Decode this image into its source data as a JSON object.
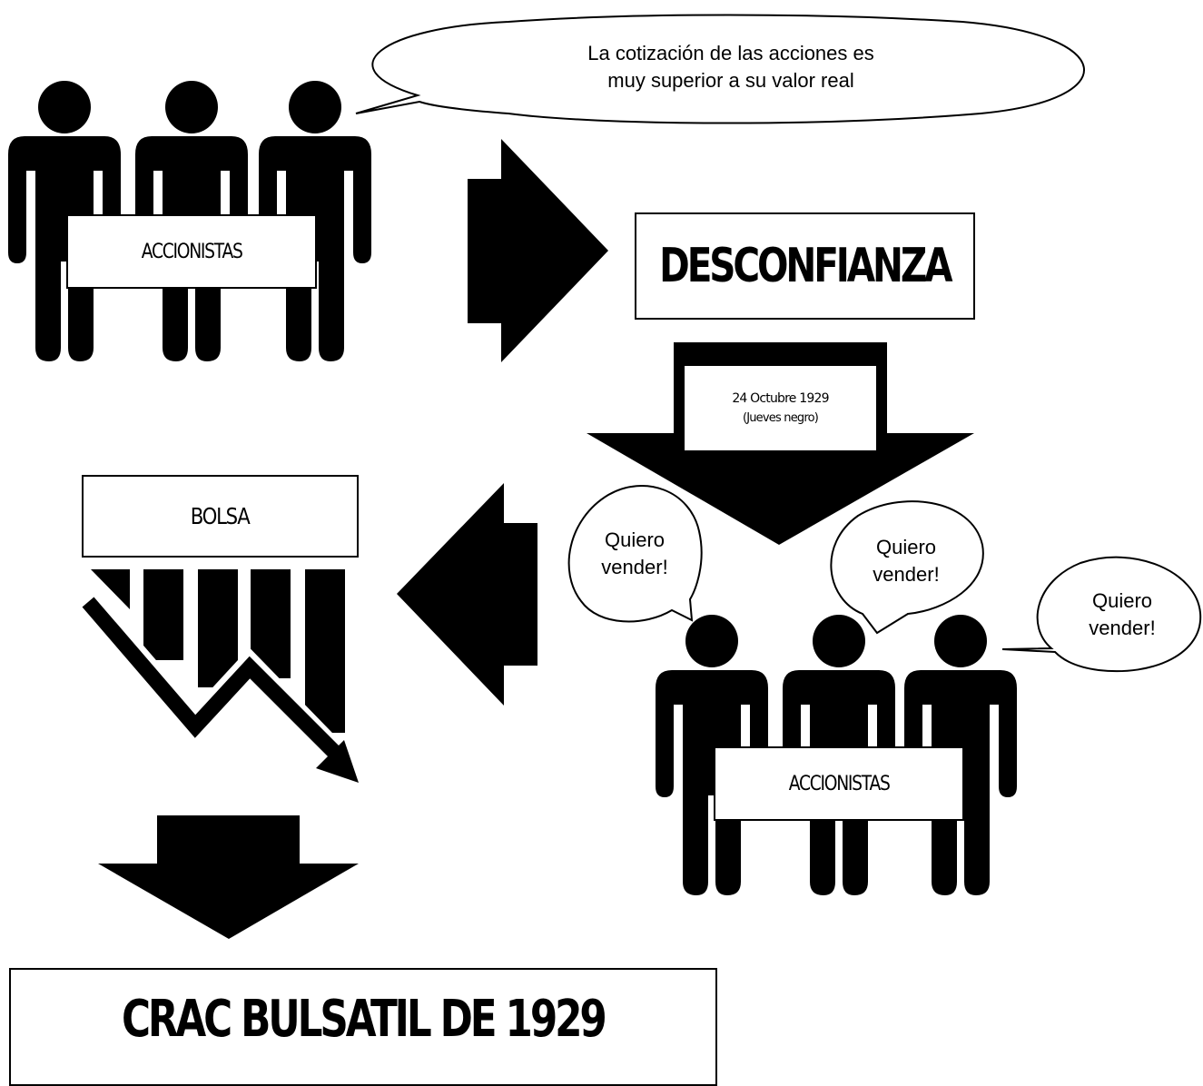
{
  "top_group": {
    "speech": [
      "La cotización de las acciones es",
      "muy superior a su valor real"
    ],
    "label": "ACCIONISTAS"
  },
  "desconfianza": {
    "title": "DESCONFIANZA"
  },
  "date_arrow": {
    "line1": "24 Octubre 1929",
    "line2": "(Jueves negro)"
  },
  "bottom_group": {
    "label": "ACCIONISTAS",
    "speech": [
      [
        "Quiero",
        "vender!"
      ],
      [
        "Quiero",
        "vender!"
      ],
      [
        "Quiero",
        "vender!"
      ]
    ]
  },
  "bolsa": {
    "label": "BOLSA"
  },
  "result": {
    "title": "CRAC BULSATIL DE 1929"
  },
  "colors": {
    "ink": "#000000",
    "paper": "#ffffff"
  }
}
